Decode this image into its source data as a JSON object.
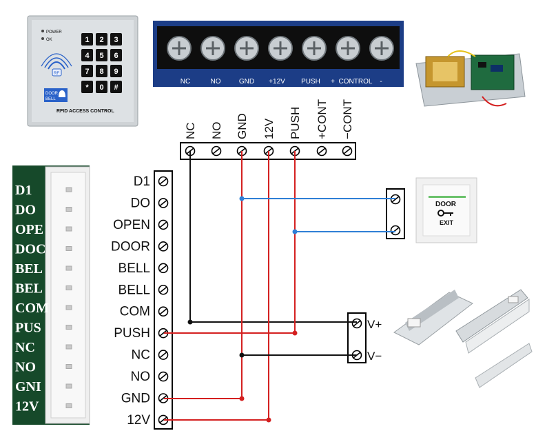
{
  "keypad": {
    "power": "POWER",
    "ok": "OK",
    "rfid": "RF",
    "door_bell": [
      "DOOR",
      "BELL"
    ],
    "brand": "RFID ACCESS CONTROL",
    "keys": [
      "1",
      "2",
      "3",
      "4",
      "5",
      "6",
      "7",
      "8",
      "9",
      "*",
      "0",
      "#"
    ]
  },
  "terminal_photo": {
    "labels": [
      "NC",
      "NO",
      "GND",
      "+12V",
      "PUSH",
      "+",
      "CONTROL",
      "-"
    ]
  },
  "power_terminal": {
    "labels": [
      "NC",
      "NO",
      "GND",
      "12V",
      "PUSH",
      "+CONT",
      "−CONT"
    ]
  },
  "controller_terminal": {
    "labels": [
      "D1",
      "DO",
      "OPEN",
      "DOOR",
      "BELL",
      "BELL",
      "COM",
      "PUSH",
      "NC",
      "NO",
      "GND",
      "12V"
    ]
  },
  "pcb_silkscreen": [
    "D1",
    "DO",
    "OPE",
    "DOC",
    "BEL",
    "BEL",
    "COM",
    "PUS",
    "NC",
    "NO",
    "GNI",
    "12V"
  ],
  "exit_button": {
    "line1": "DOOR",
    "line2": "EXIT"
  },
  "lock_terminal": {
    "plus": "V+",
    "minus": "V−"
  },
  "wire_colors": {
    "black": "#111111",
    "red": "#d42020",
    "blue": "#2f7fd6"
  }
}
